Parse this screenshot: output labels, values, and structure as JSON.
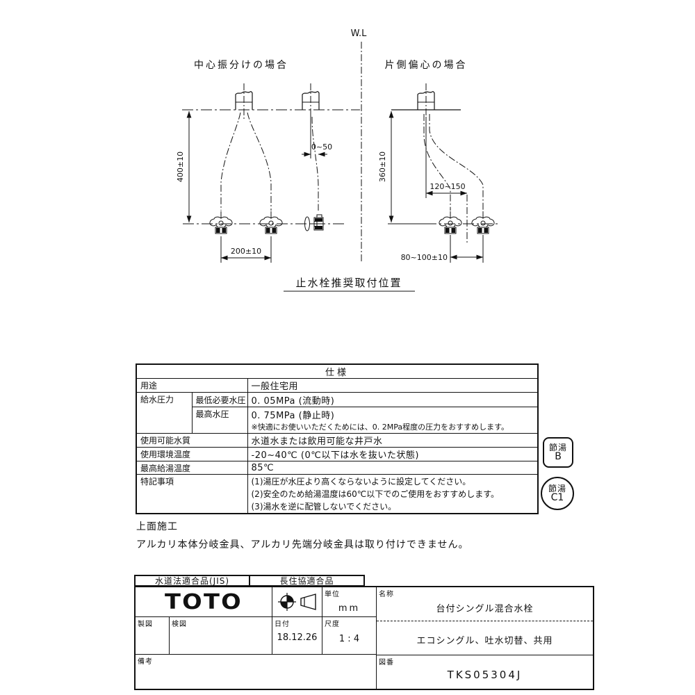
{
  "diagram": {
    "wl_label": "W.L",
    "caption": "止水栓推奨取付位置",
    "left": {
      "title": "中心振分けの場合",
      "dim_height": "400±10",
      "dim_offset": "0~50",
      "dim_span": "200±10"
    },
    "right": {
      "title": "片側偏心の場合",
      "dim_height": "360±10",
      "dim_offset": "120~150",
      "dim_span": "80~100±10"
    }
  },
  "spec": {
    "title": "仕様",
    "usage_label": "用途",
    "usage_value": "一般住宅用",
    "supply_pressure_label": "給水圧力",
    "min_pressure_label": "最低必要水圧",
    "min_pressure_value": "0. 05MPa (流動時)",
    "max_pressure_label": "最高水圧",
    "max_pressure_value": "0. 75MPa (静止時)",
    "pressure_note": "※快適にお使いいただくためには、0. 2MPa程度の圧力をおすすめします。",
    "water_quality_label": "使用可能水質",
    "water_quality_value": "水道水または飲用可能な井戸水",
    "ambient_temp_label": "使用環境温度",
    "ambient_temp_value": "-20~40℃ (0℃以下は水を抜いた状態)",
    "max_hot_temp_label": "最高給湯温度",
    "max_hot_temp_value": "85℃",
    "notes_label": "特記事項",
    "notes": [
      "(1)湯圧が水圧より高くならないように設定してください。",
      "(2)安全のため給湯温度は60℃以下でのご使用をおすすめします。",
      "(3)湯水を逆に配管しないでください。"
    ]
  },
  "badges": [
    {
      "line1": "節湯",
      "line2": "B"
    },
    {
      "line1": "節湯",
      "line2": "C1"
    }
  ],
  "installation_note": {
    "heading": "上面施工",
    "body": "アルカリ本体分岐金具、アルカリ先端分岐金具は取り付けできません。"
  },
  "title_block": {
    "cert_jis": "水道法適合品(JIS)",
    "cert_chojukyo": "長住協適合品",
    "brand": "TOTO",
    "unit_label": "単位",
    "unit_value": "mm",
    "name_label": "名称",
    "name_value": "台付シングル混合水栓",
    "subtitle": "エコシングル、吐水切替、共用",
    "drawn_label": "製図",
    "checked_label": "検図",
    "date_label": "日付",
    "date_value": "18.12.26",
    "scale_label": "尺度",
    "scale_value": "1 : 4",
    "remarks_label": "備考",
    "drawing_no_label": "図番",
    "drawing_no_value": "TKS05304J"
  }
}
